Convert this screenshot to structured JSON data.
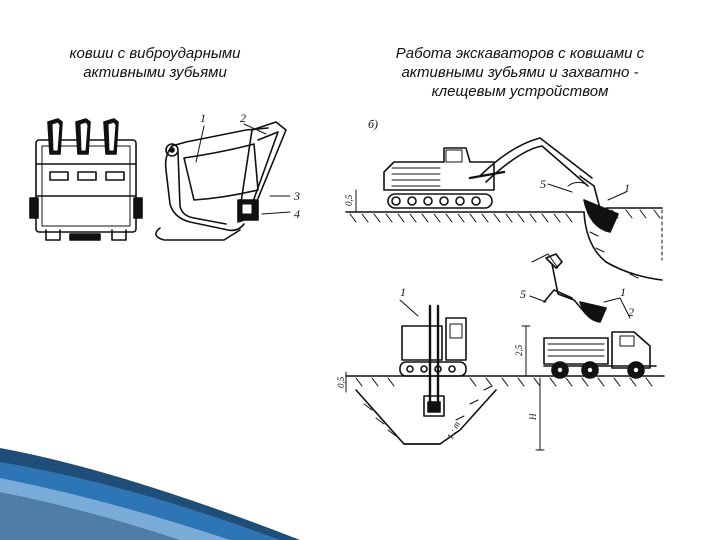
{
  "captions": {
    "left": [
      "ковши с виброударными",
      "активными зубьями"
    ],
    "right": [
      "Работа экскаваторов с ковшами с",
      "активными зубьями и захватно -",
      "клещевым устройством"
    ]
  },
  "figure_left": {
    "callouts": [
      "1",
      "2",
      "3",
      "4"
    ]
  },
  "figure_right": {
    "panel_label": "б)",
    "top_callouts": [
      "5",
      "1"
    ],
    "top_dimension": "0,5",
    "bottom_callouts": [
      "1",
      "5",
      "1",
      "2"
    ],
    "bottom_dimensions": [
      "2,5",
      "0,5",
      "H"
    ],
    "slope_label": "1 : m"
  },
  "colors": {
    "accent_dark": "#1f4e79",
    "accent_light": "#9dc3e6"
  }
}
